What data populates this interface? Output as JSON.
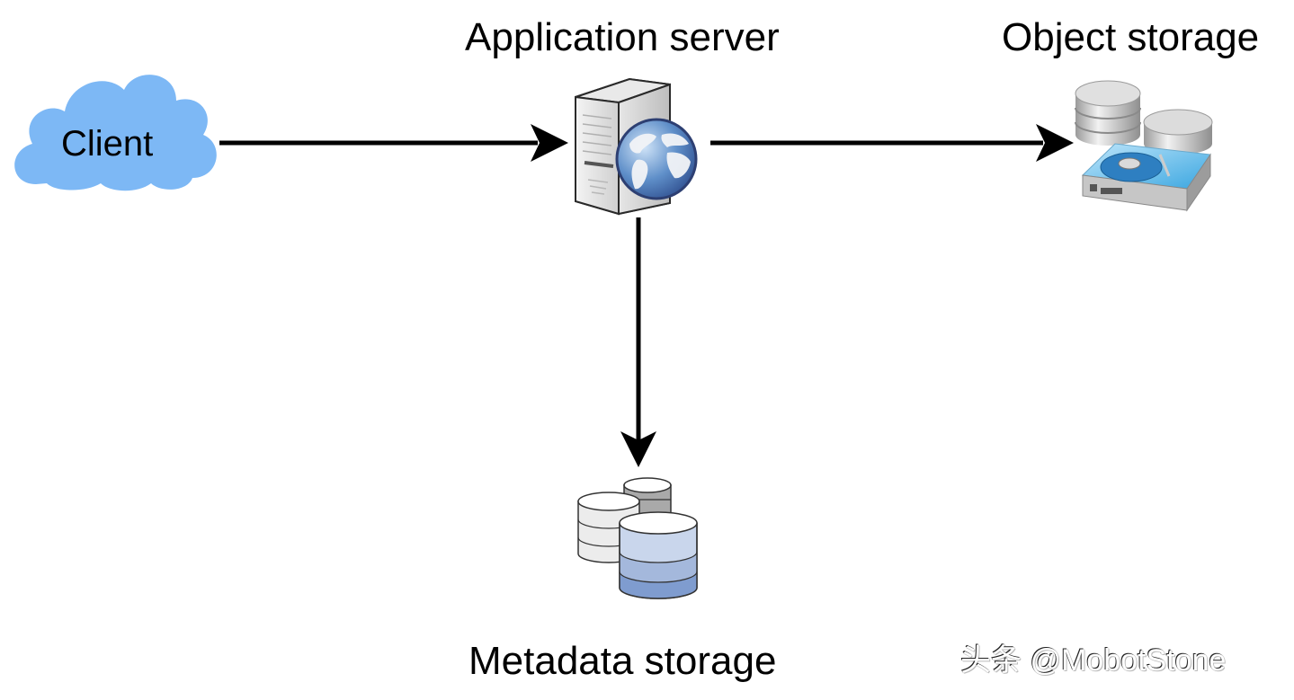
{
  "diagram": {
    "nodes": [
      {
        "id": "client",
        "label": "Client",
        "icon": "cloud-icon",
        "color": "#7db8f5"
      },
      {
        "id": "app_server",
        "label": "Application server",
        "icon": "web-server-icon"
      },
      {
        "id": "object_storage",
        "label": "Object storage",
        "icon": "storage-array-icon"
      },
      {
        "id": "metadata_storage",
        "label": "Metadata storage",
        "icon": "database-cluster-icon"
      }
    ],
    "edges": [
      {
        "from": "client",
        "to": "app_server",
        "direction": "right"
      },
      {
        "from": "app_server",
        "to": "object_storage",
        "direction": "right"
      },
      {
        "from": "app_server",
        "to": "metadata_storage",
        "direction": "down"
      }
    ]
  },
  "labels": {
    "client": "Client",
    "app_server": "Application server",
    "object_storage": "Object storage",
    "metadata_storage": "Metadata storage"
  },
  "watermark": "头条 @MobotStone",
  "colors": {
    "cloud": "#7db8f5",
    "arrow": "#000000",
    "db_blue_light": "#c9d6ec",
    "db_blue_mid": "#a4b8dc",
    "db_blue_dark": "#7f9ccf",
    "db_gray": "#a9a9a9",
    "db_light": "#ececec"
  }
}
